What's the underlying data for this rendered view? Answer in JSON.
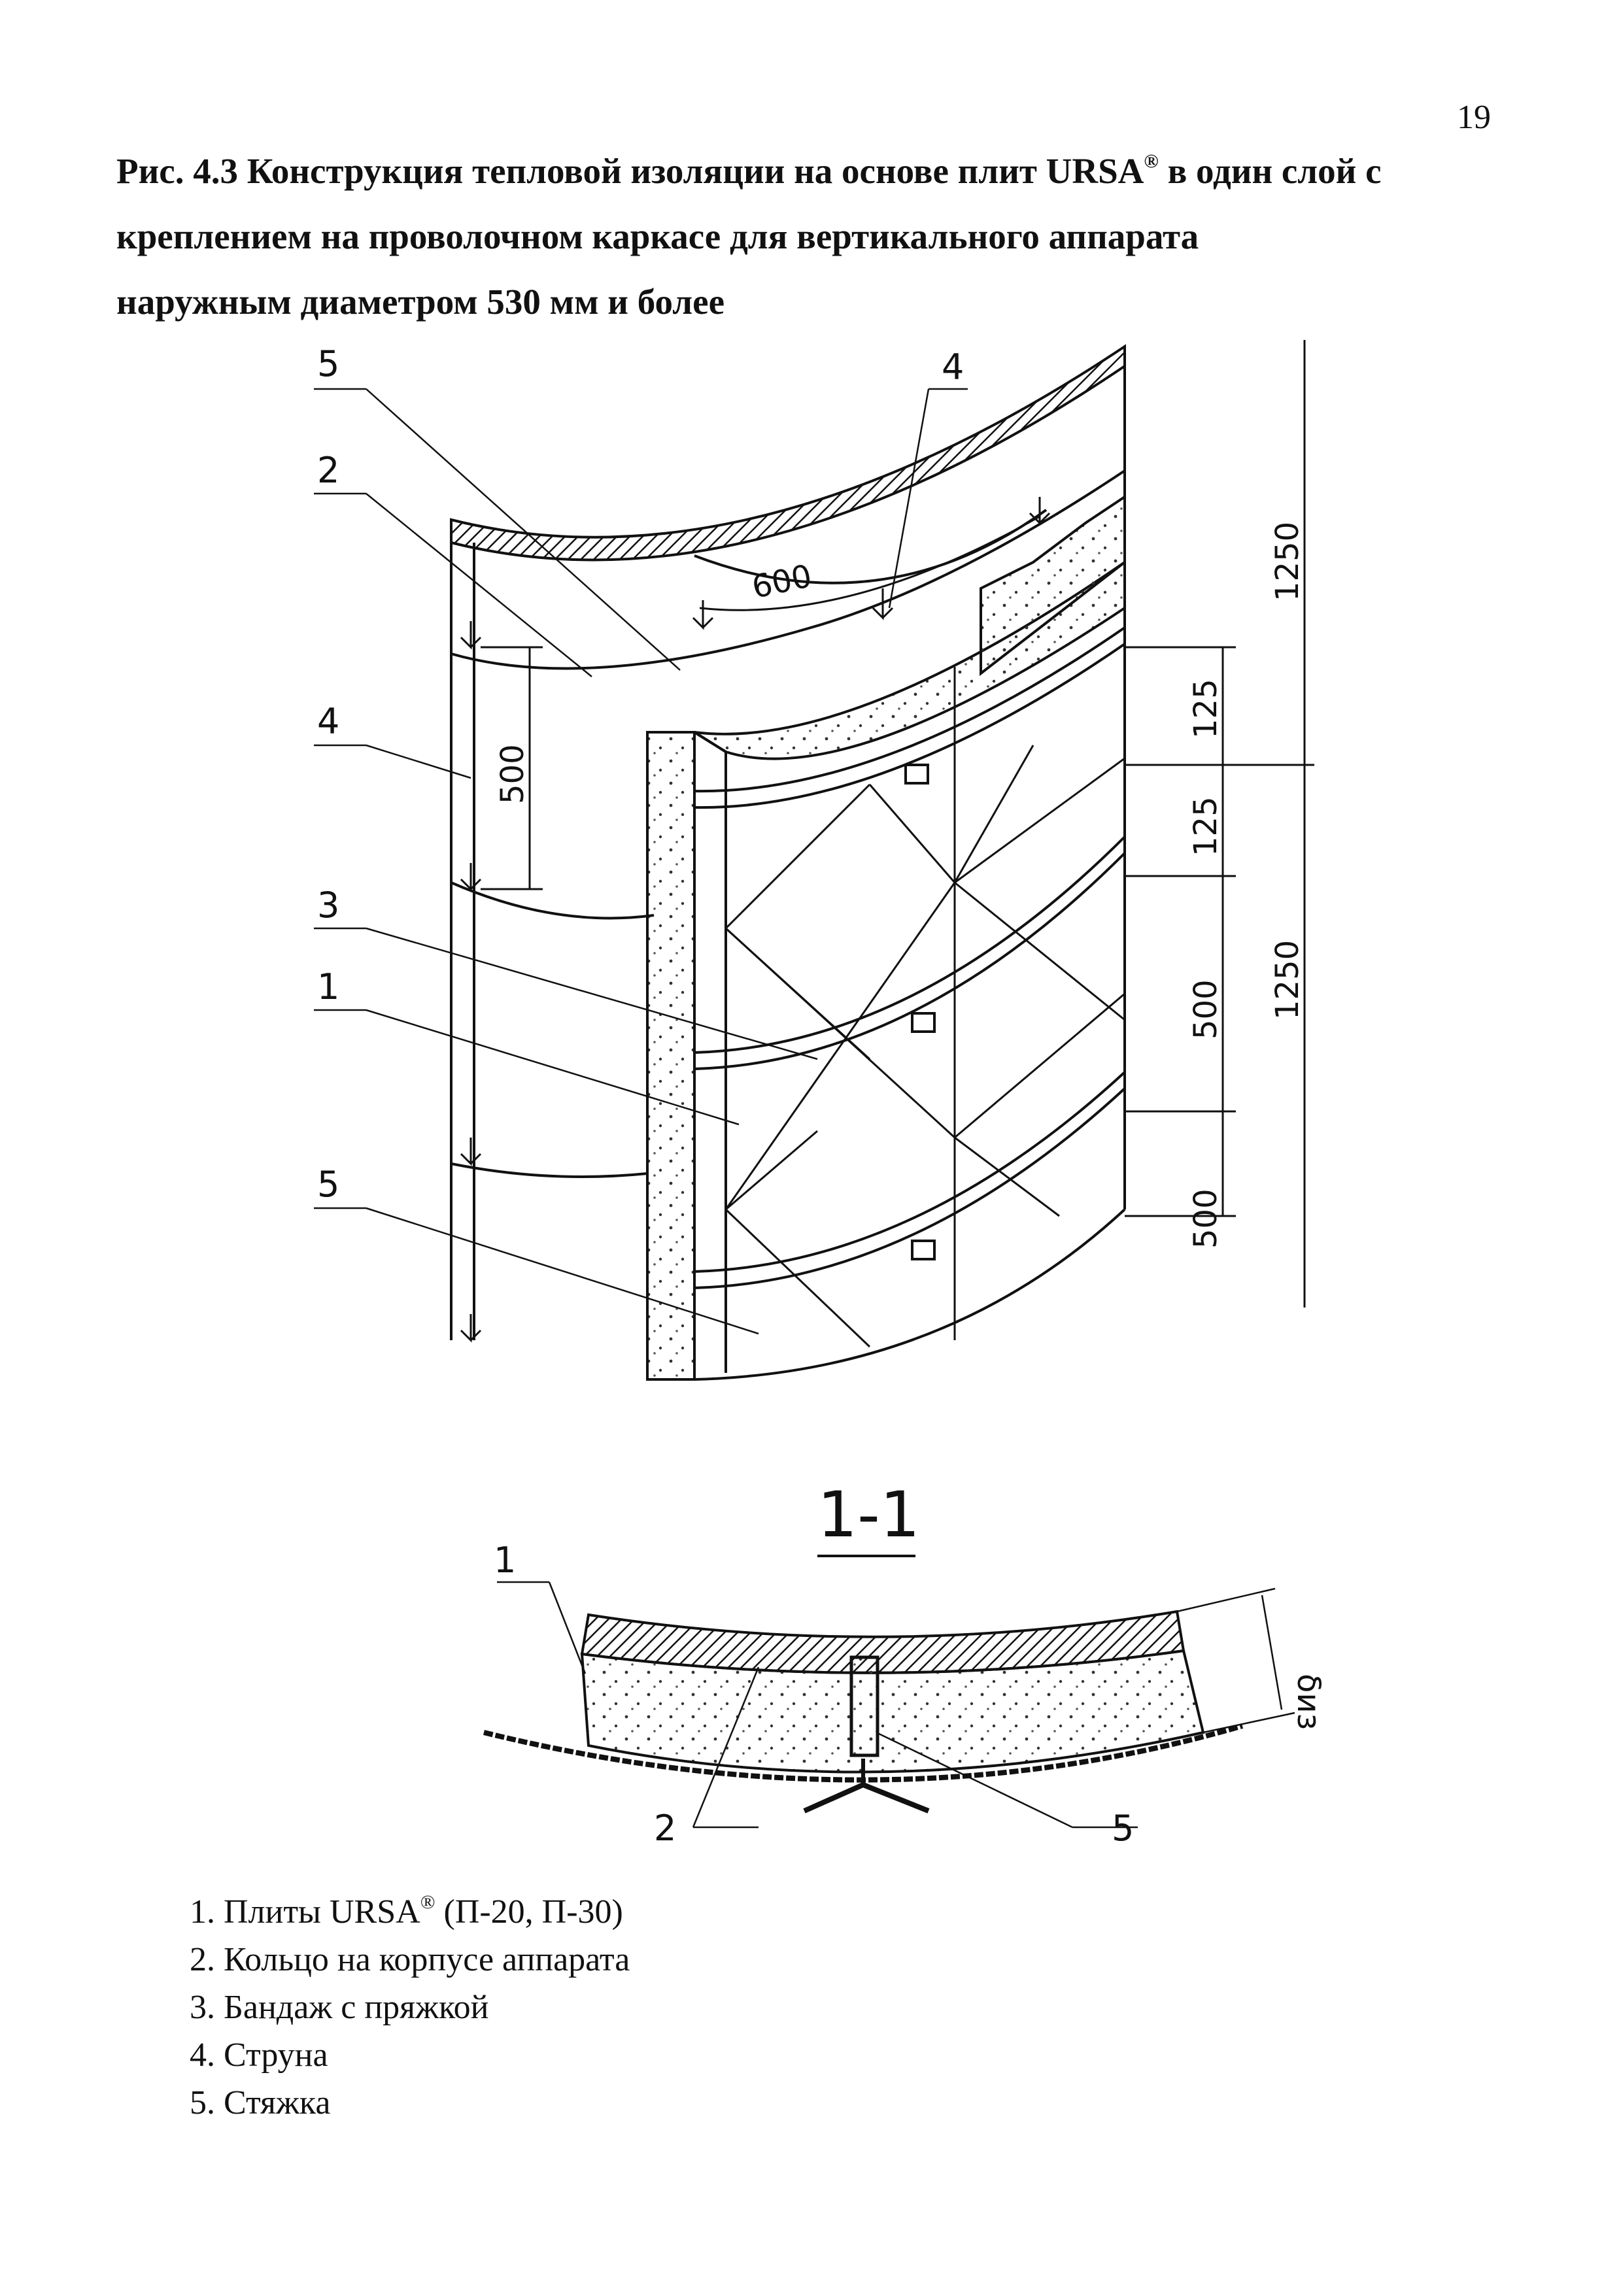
{
  "page_number": "19",
  "caption": {
    "line1_before": "Рис. 4.3 Конструкция тепловой изоляции на основе плит URSA",
    "reg_mark": "®",
    "line1_after": " в один слой с",
    "line2": "креплением на проволочном каркасе для вертикального аппарата",
    "line3": "наружным  диаметром 530 мм и более"
  },
  "drawing": {
    "callouts": {
      "top_5": "5",
      "top_2": "2",
      "top_4": "4",
      "left_4": "4",
      "left_3": "3",
      "left_1": "1",
      "bottom_5": "5"
    },
    "dimensions": {
      "arc_600": "600",
      "left_500": "500",
      "right_1250_top": "1250",
      "right_125_a": "125",
      "right_125_b": "125",
      "right_500_a": "500",
      "right_1250_bottom": "1250",
      "right_500_b": "500"
    },
    "section": {
      "title": "1-1",
      "label_1": "1",
      "label_2": "2",
      "label_5": "5",
      "thickness": "δиз"
    }
  },
  "legend": [
    {
      "prefix": "1. Плиты URSA",
      "sup": "®",
      "suffix": " (П-20, П-30)"
    },
    {
      "text": "2. Кольцо на корпусе аппарата"
    },
    {
      "text": "3. Бандаж с пряжкой"
    },
    {
      "text": "4. Струна"
    },
    {
      "text": "5. Стяжка"
    }
  ]
}
